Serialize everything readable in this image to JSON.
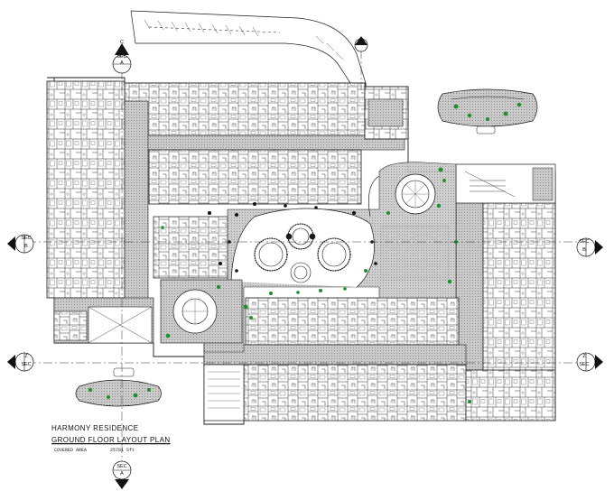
{
  "title_block": {
    "project_name": "HARMONY RESIDENCE",
    "plan_title": "GROUND FLOOR LAYOUT PLAN",
    "area_label": "COVERED AREA",
    "area_value": "25781 Sft"
  },
  "section_markers": [
    {
      "id": "top-c",
      "line1": "C",
      "line2": "SEC",
      "line3": "A"
    },
    {
      "id": "left-b",
      "line1": "SEC",
      "line2": "B",
      "line3": ""
    },
    {
      "id": "right-b",
      "line1": "SEC",
      "line2": "B",
      "line3": ""
    },
    {
      "id": "left-z",
      "line1": "Z",
      "line2": "SEC",
      "line3": ""
    },
    {
      "id": "right-z",
      "line1": "Z",
      "line2": "SEC",
      "line3": ""
    },
    {
      "id": "bottom-a",
      "line1": "SEC",
      "line2": "A",
      "line3": ""
    }
  ],
  "colors": {
    "line": "#1a1a1a",
    "hatch": "#9a9a9a",
    "green": "#1f8f2f",
    "paper": "#ffffff"
  }
}
